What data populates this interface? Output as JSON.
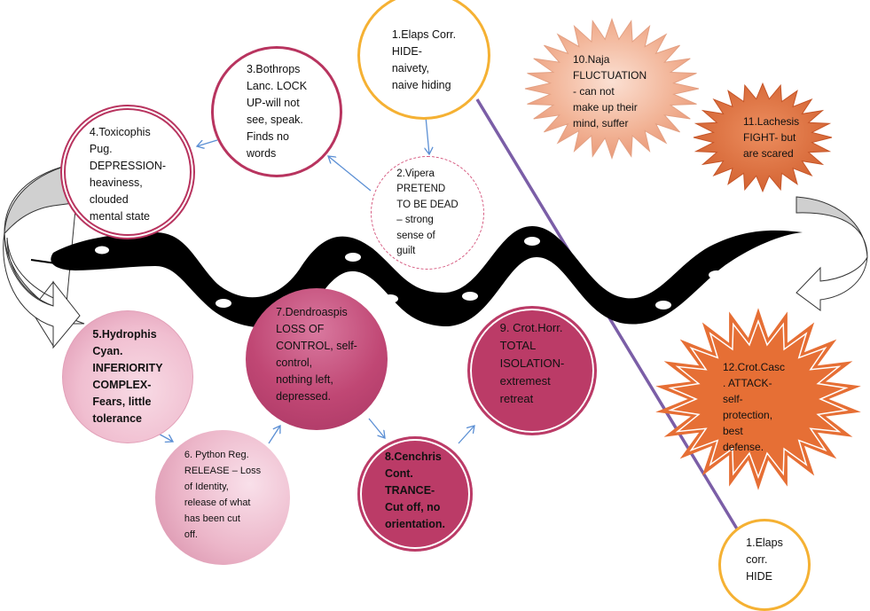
{
  "title": "Snake remedies stages diagram",
  "colors": {
    "orange_ring": "#f5b133",
    "crimson_ring": "#b8345f",
    "magenta_fill": "#bb3b67",
    "pink_fill": "#f0bed0",
    "star_light": "#f2b497",
    "star_mid": "#e0723f",
    "star_bright": "#e66f35",
    "purple_line": "#7b5ea7",
    "arrow_blue": "#5b8fd4",
    "snake": "#000000"
  },
  "nodes": [
    {
      "id": "n1_top",
      "text": "1.Elaps Corr.\nHIDE-\nnaivety,\nnaive hiding"
    },
    {
      "id": "n2",
      "text": "2.Vipera\nPRETEND\nTO BE DEAD\n– strong\nsense of\nguilt"
    },
    {
      "id": "n3",
      "text": "3.Bothrops\nLanc. LOCK\nUP-will not\nsee, speak.\nFinds no\nwords"
    },
    {
      "id": "n4",
      "text": "4.Toxicophis\nPug.\nDEPRESSION-\nheaviness,\nclouded\nmental state"
    },
    {
      "id": "n5",
      "text": "5.Hydrophis\nCyan.\nINFERIORITY\nCOMPLEX-\nFears, little\ntolerance"
    },
    {
      "id": "n6",
      "text": "6. Python Reg.\nRELEASE – Loss\nof Identity,\nrelease of what\nhas been cut\noff."
    },
    {
      "id": "n7",
      "text": "7.Dendroaspis\nLOSS OF\nCONTROL, self-\ncontrol,\nnothing left,\ndepressed."
    },
    {
      "id": "n8",
      "text": "8.Cenchris\nCont.\nTRANCE-\nCut off, no\norientation."
    },
    {
      "id": "n9",
      "text": "9. Crot.Horr.\nTOTAL\nISOLATION-\nextremest\nretreat"
    },
    {
      "id": "n10",
      "text": "10.Naja\nFLUCTUATION\n- can not\nmake up their\nmind, suffer"
    },
    {
      "id": "n11",
      "text": "11.Lachesis\nFIGHT- but\nare scared"
    },
    {
      "id": "n12",
      "text": "12.Crot.Casc\n. ATTACK-\nself-\nprotection,\nbest\ndefense."
    },
    {
      "id": "n1_bottom",
      "text": "1.Elaps\ncorr.\nHIDE"
    }
  ],
  "icons": {
    "snake": "snake-icon",
    "curved_arrow_left": "curved-arrow-icon",
    "curved_arrow_right": "curved-arrow-icon",
    "connector": "arrow-icon"
  }
}
